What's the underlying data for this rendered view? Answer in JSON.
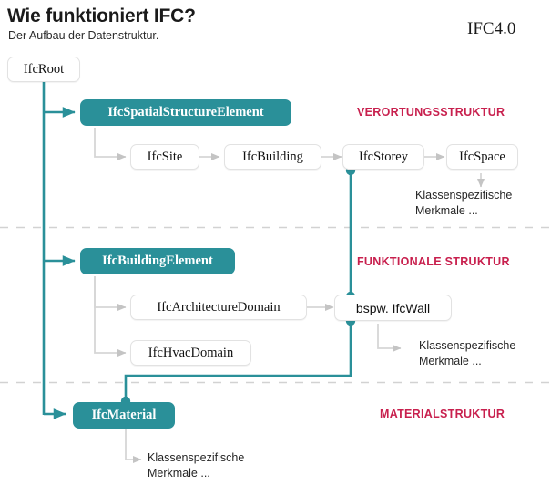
{
  "header": {
    "title": "Wie funktioniert IFC?",
    "subtitle": "Der Aufbau der Datenstruktur.",
    "version": "IFC4.0"
  },
  "colors": {
    "teal": "#2a9099",
    "crimson": "#c8204e",
    "box_border": "#e2e2e2",
    "arrow_gray": "#c4c4c4",
    "divider_gray": "#d0d0d0",
    "text_dark": "#1a1a1a"
  },
  "root": {
    "label": "IfcRoot"
  },
  "sections": [
    {
      "key": "verortung",
      "label": "VERORTUNGSSTRUKTUR",
      "parent": "IfcSpatialStructureElement",
      "chain": [
        "IfcSite",
        "IfcBuilding",
        "IfcStorey",
        "IfcSpace"
      ],
      "note": "Klassenspezifische\nMerkmale ..."
    },
    {
      "key": "funktional",
      "label": "FUNKTIONALE STRUKTUR",
      "parent": "IfcBuildingElement",
      "chain": [
        "IfcArchitectureDomain",
        "IfcHvacDomain",
        "bspw. IfcWall"
      ],
      "note": "Klassenspezifische\nMerkmale ..."
    },
    {
      "key": "material",
      "label": "MATERIALSTRUKTUR",
      "parent": "IfcMaterial",
      "chain": [],
      "note": "Klassenspezifische\nMerkmale ..."
    }
  ]
}
